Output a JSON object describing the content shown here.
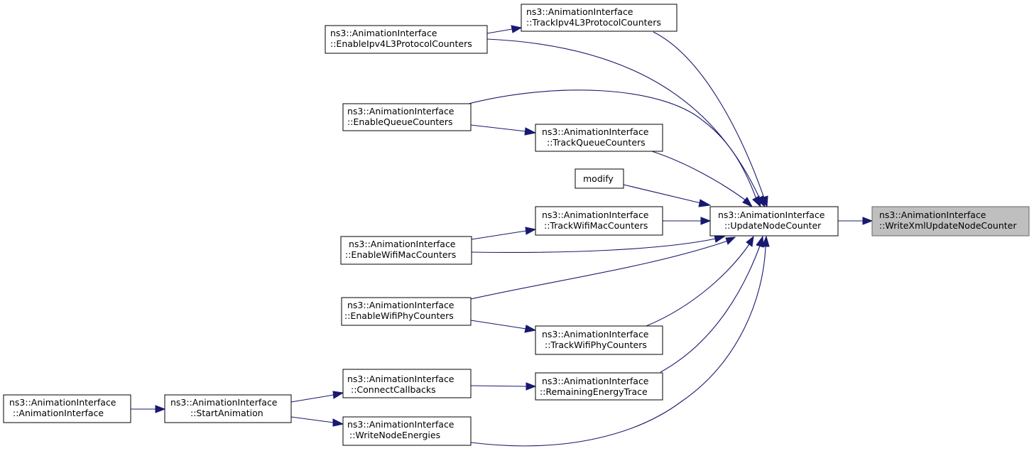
{
  "colors": {
    "edge": "#191970",
    "highlight_fill": "#bfbfbf",
    "highlight_stroke": "#666666"
  },
  "nodes": {
    "write_xml": {
      "line1": "ns3::AnimationInterface",
      "line2": "::WriteXmlUpdateNodeCounter"
    },
    "update_node_counter": {
      "line1": "ns3::AnimationInterface",
      "line2": "::UpdateNodeCounter"
    },
    "track_ipv4": {
      "line1": "ns3::AnimationInterface",
      "line2": "::TrackIpv4L3ProtocolCounters"
    },
    "enable_ipv4": {
      "line1": "ns3::AnimationInterface",
      "line2": "::EnableIpv4L3ProtocolCounters"
    },
    "enable_queue": {
      "line1": "ns3::AnimationInterface",
      "line2": "::EnableQueueCounters"
    },
    "track_queue": {
      "line1": "ns3::AnimationInterface",
      "line2": "::TrackQueueCounters"
    },
    "modify": {
      "line1": "modify"
    },
    "track_wifi_mac": {
      "line1": "ns3::AnimationInterface",
      "line2": "::TrackWifiMacCounters"
    },
    "enable_wifi_mac": {
      "line1": "ns3::AnimationInterface",
      "line2": "::EnableWifiMacCounters"
    },
    "enable_wifi_phy": {
      "line1": "ns3::AnimationInterface",
      "line2": "::EnableWifiPhyCounters"
    },
    "track_wifi_phy": {
      "line1": "ns3::AnimationInterface",
      "line2": "::TrackWifiPhyCounters"
    },
    "connect_callbacks": {
      "line1": "ns3::AnimationInterface",
      "line2": "::ConnectCallbacks"
    },
    "remaining_energy": {
      "line1": "ns3::AnimationInterface",
      "line2": "::RemainingEnergyTrace"
    },
    "animation_interface": {
      "line1": "ns3::AnimationInterface",
      "line2": "::AnimationInterface"
    },
    "start_animation": {
      "line1": "ns3::AnimationInterface",
      "line2": "::StartAnimation"
    },
    "write_node_energies": {
      "line1": "ns3::AnimationInterface",
      "line2": "::WriteNodeEnergies"
    }
  }
}
